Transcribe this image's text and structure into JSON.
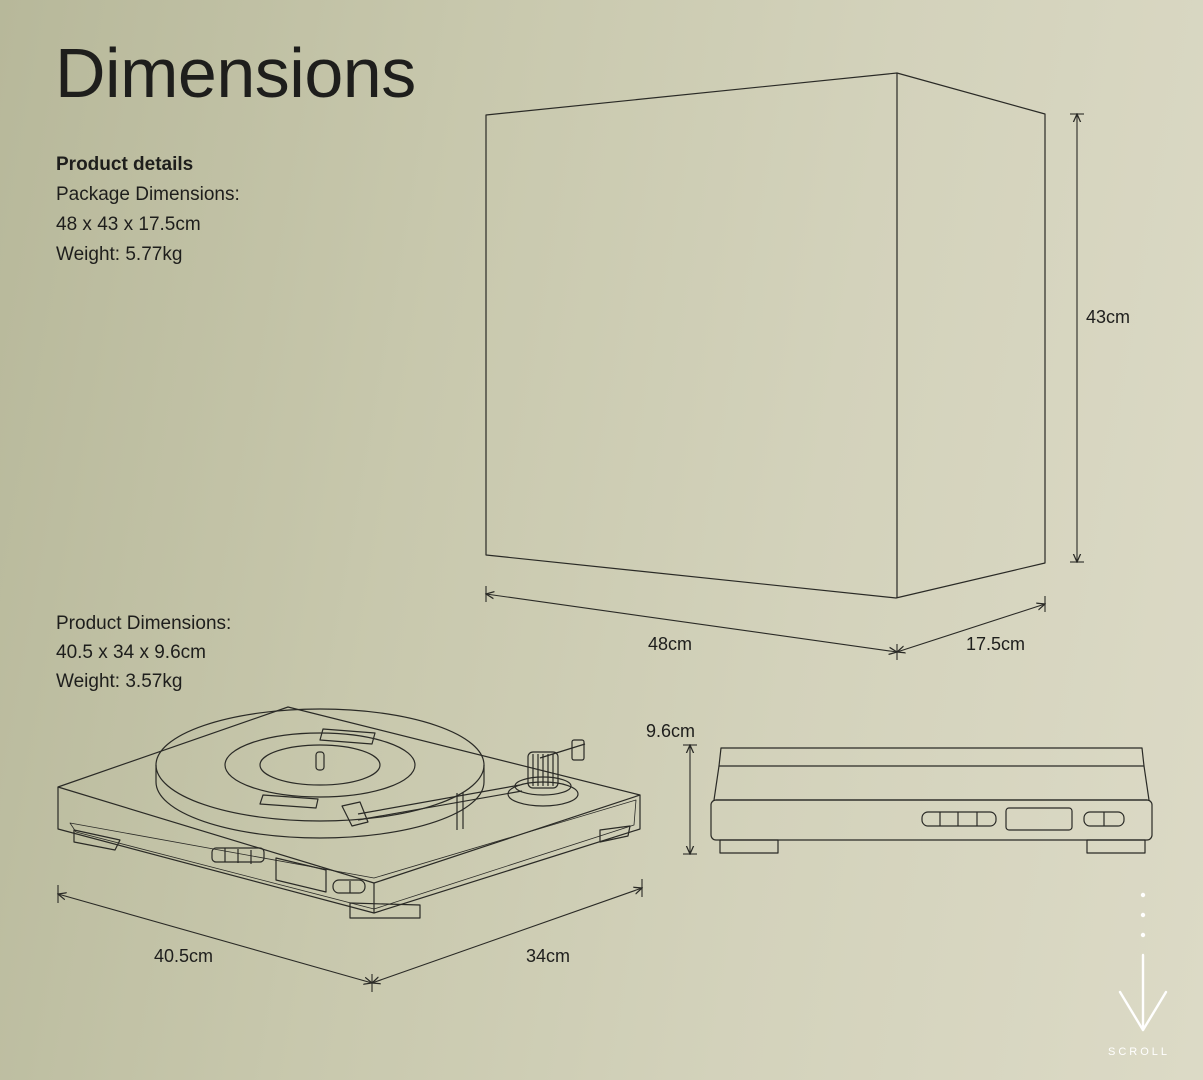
{
  "title": "Dimensions",
  "package": {
    "heading": "Product details",
    "dimensions_label": "Package Dimensions:",
    "dimensions_value": "48 x 43 x 17.5cm",
    "weight": "Weight: 5.77kg",
    "height_label": "43cm",
    "width_label": "48cm",
    "depth_label": "17.5cm"
  },
  "product": {
    "dimensions_label": "Product Dimensions:",
    "dimensions_value": "40.5 x 34 x 9.6cm",
    "weight": "Weight: 3.57kg",
    "width_label": "40.5cm",
    "depth_label": "34cm",
    "height_label": "9.6cm"
  },
  "scroll_hint": {
    "label": "SCROLL",
    "icon": "arrow-down-icon"
  },
  "colors": {
    "line": "#2a2a26",
    "text": "#1e1e1c",
    "scroll": "#ffffff"
  }
}
